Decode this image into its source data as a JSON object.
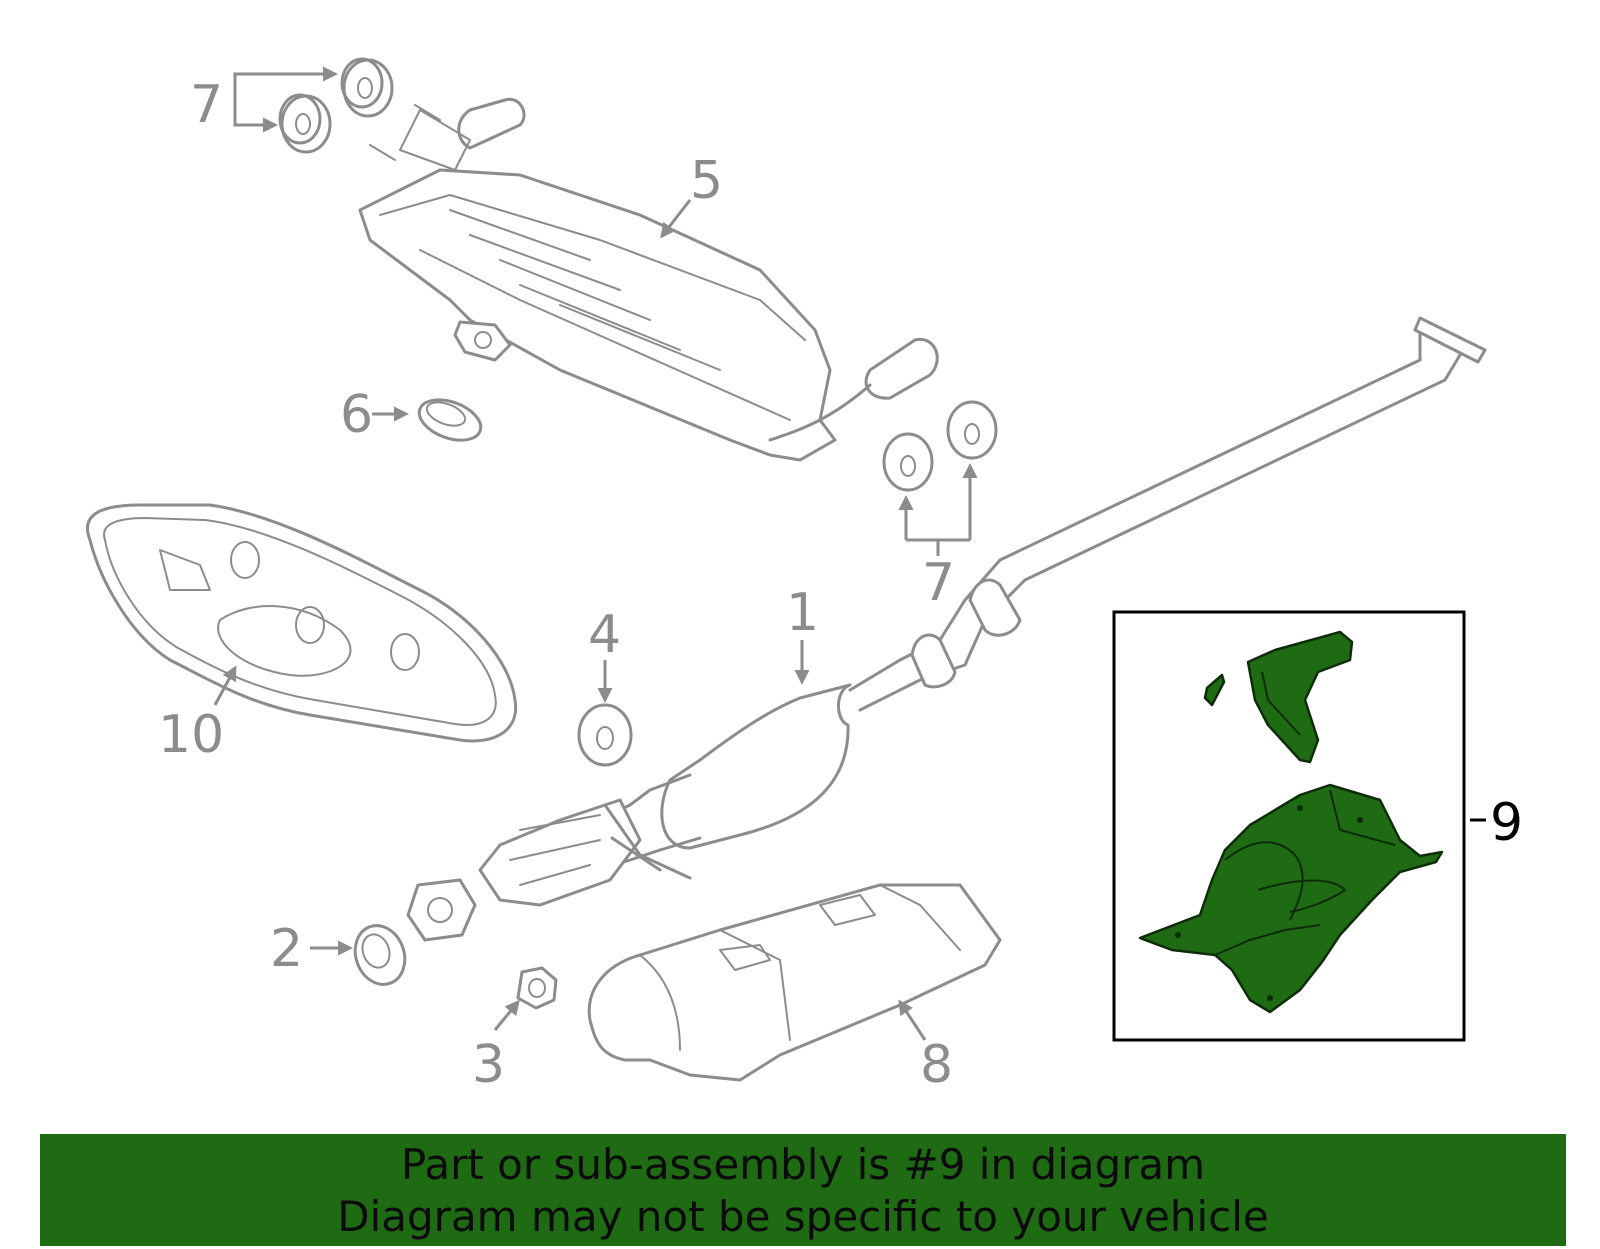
{
  "diagram": {
    "callouts": {
      "c1": "1",
      "c2": "2",
      "c3": "3",
      "c4": "4",
      "c5": "5",
      "c6": "6",
      "c7_top": "7",
      "c7_right": "7",
      "c8": "8",
      "c9": "9",
      "c10": "10"
    },
    "highlight_color": "#1e6b14",
    "line_color": "#8c8c8c"
  },
  "banner": {
    "line1": "Part or sub-assembly is #9 in diagram",
    "line2": "Diagram may not be specific to your vehicle",
    "background": "#1e6b14"
  }
}
